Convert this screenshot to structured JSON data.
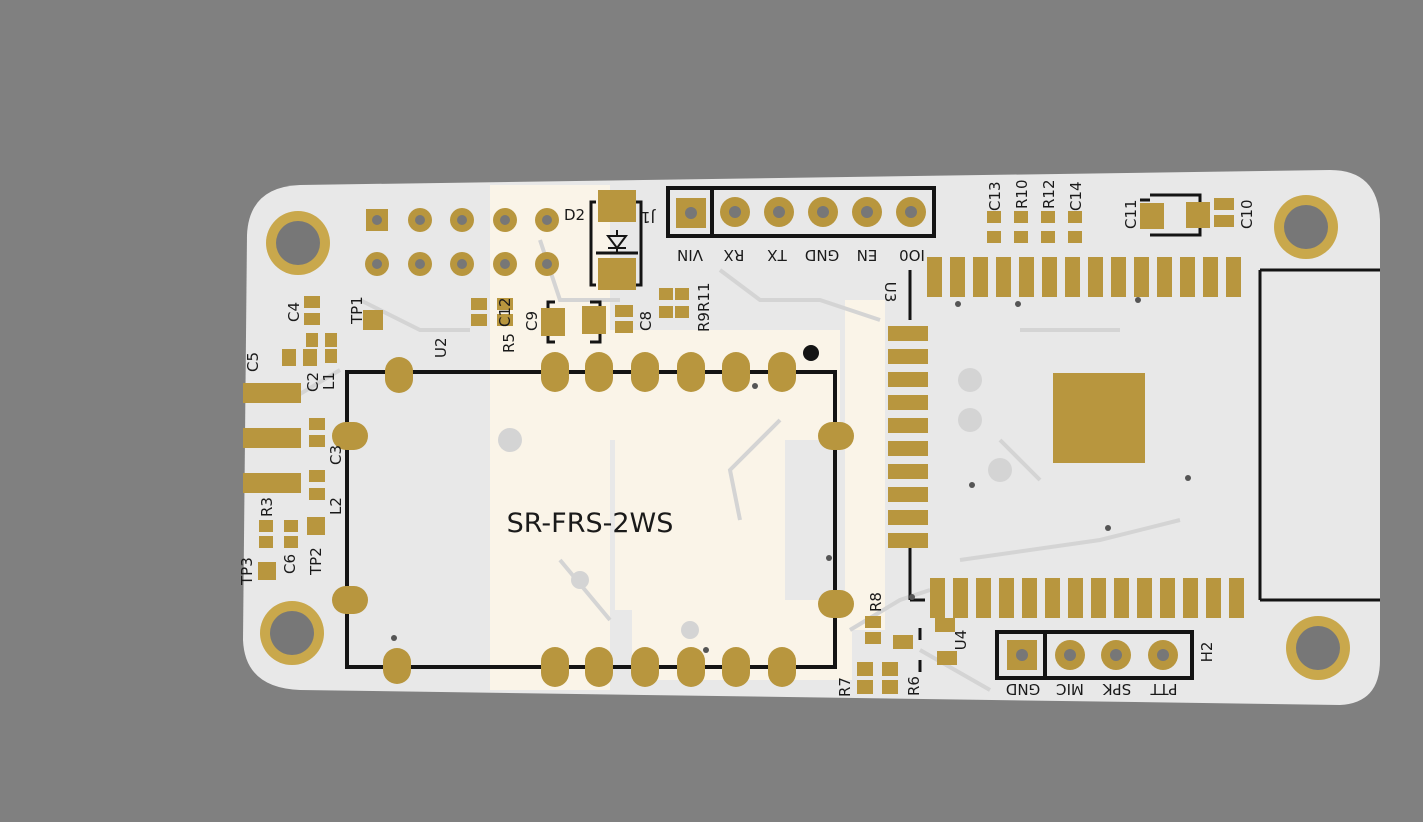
{
  "board": {
    "module_label": "SR-FRS-2WS",
    "colors": {
      "background": "#808080",
      "substrate": "#e8e8e8",
      "silkscreen_fill": "#faf4e8",
      "pad": "#b8963e",
      "pad_ring": "#c9a84c",
      "hole": "#777777",
      "outline": "#141414"
    }
  },
  "designators": {
    "D2": "D2",
    "J1": "J1",
    "U2": "U2",
    "U3": "U3",
    "U4": "U4",
    "H2": "H2",
    "TP1": "TP1",
    "TP2": "TP2",
    "TP3": "TP3",
    "C2": "C2",
    "C3": "C3",
    "C4": "C4",
    "C5": "C5",
    "C6": "C6",
    "C8": "C8",
    "C9": "C9",
    "C10": "C10",
    "C11": "C11",
    "C12": "C12",
    "C13": "C13",
    "C14": "C14",
    "L1": "L1",
    "L2": "L2",
    "R3": "R3",
    "R5": "R5",
    "R6": "R6",
    "R7": "R7",
    "R8": "R8",
    "R9": "R9",
    "R10": "R10",
    "R11": "R11",
    "R12": "R12"
  },
  "j1_pins": [
    "VIN",
    "RX",
    "TX",
    "GND",
    "EN",
    "IO0"
  ],
  "h2_pins": [
    "PTT",
    "SPK",
    "MIC",
    "GND"
  ]
}
